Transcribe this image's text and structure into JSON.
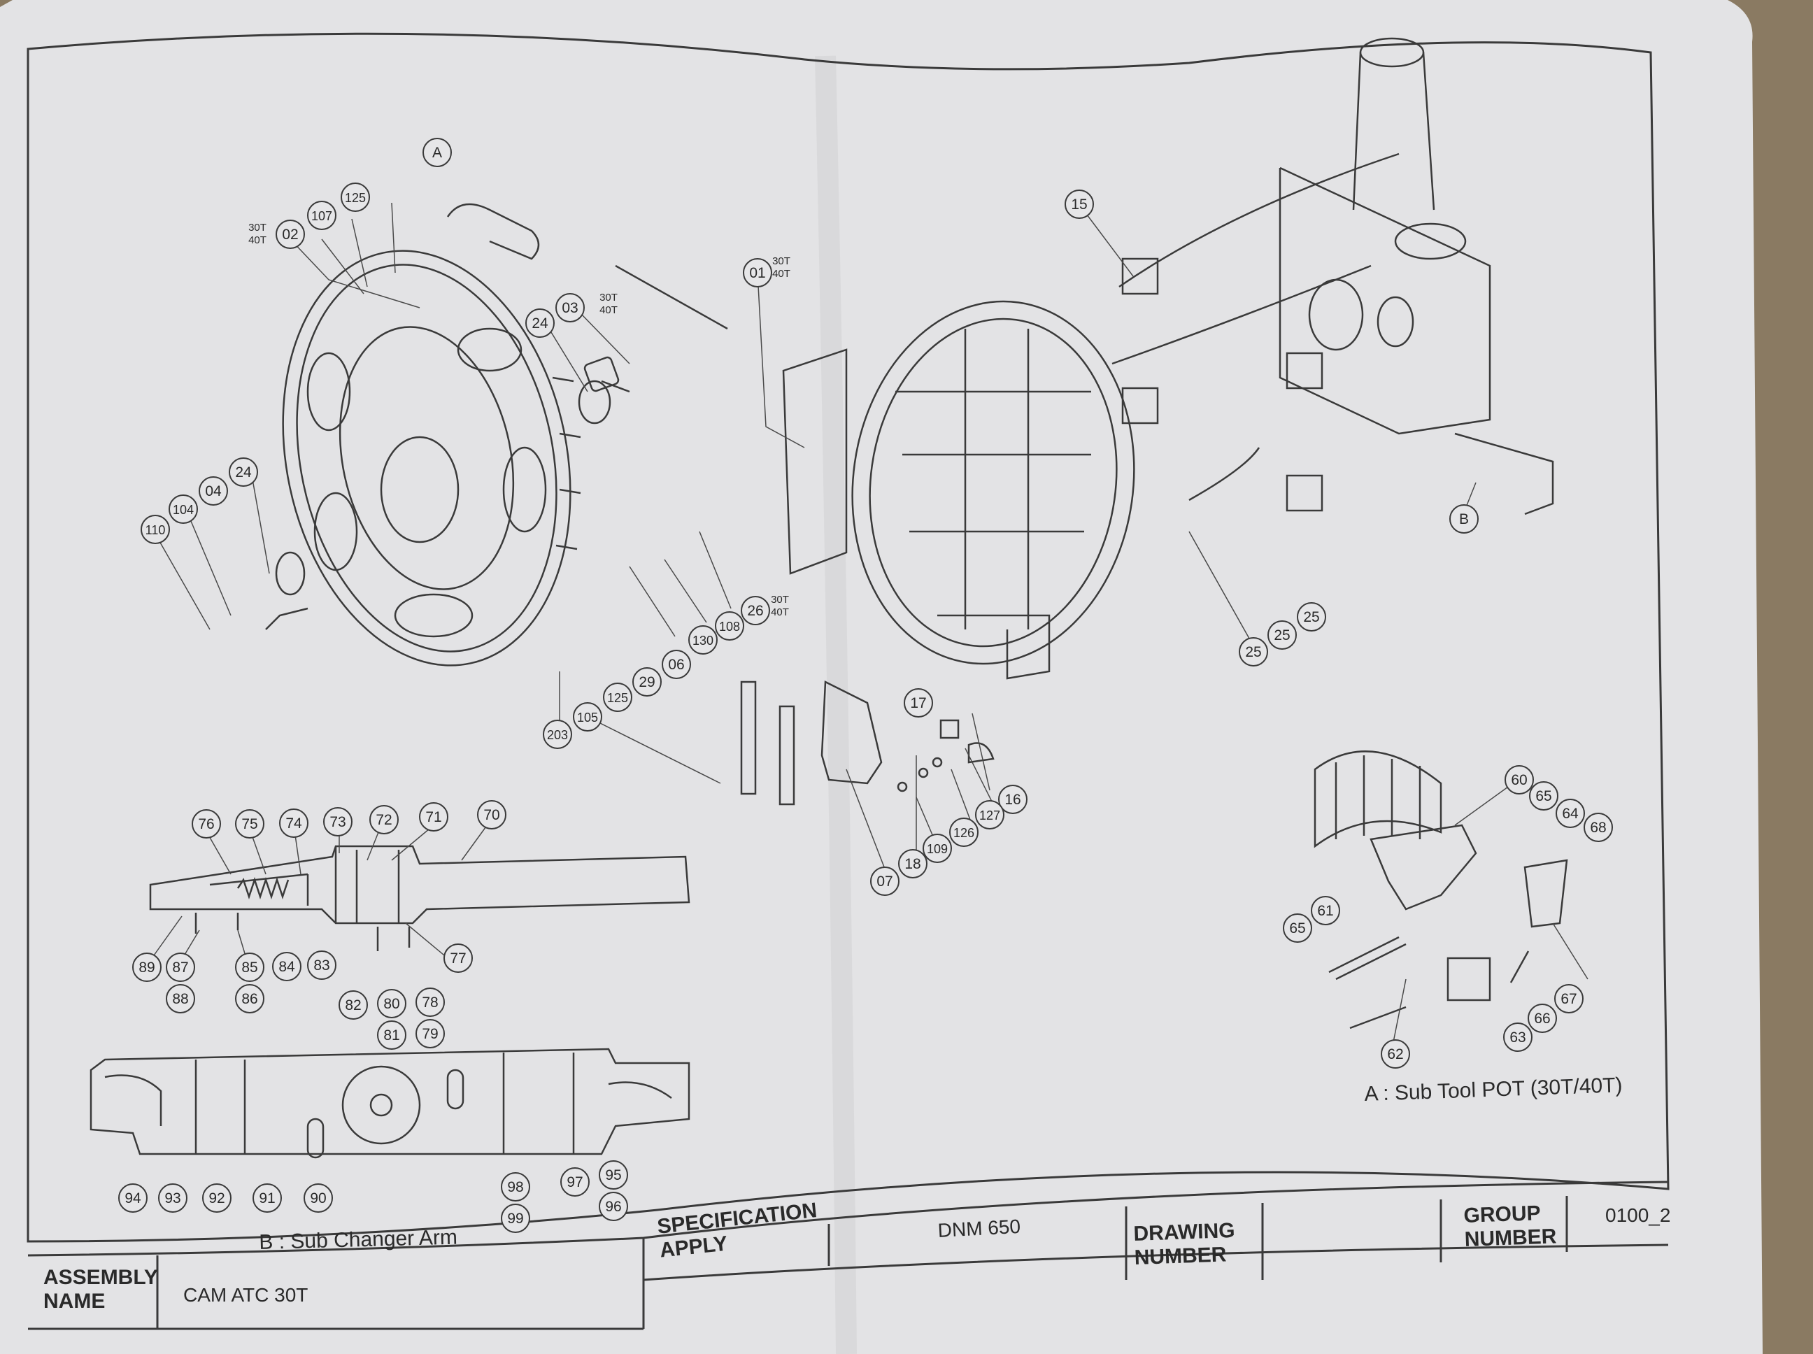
{
  "sheet": {
    "part_callouts": [
      {
        "id": "A"
      },
      {
        "id": "B"
      },
      {
        "id": "125"
      },
      {
        "id": "107"
      },
      {
        "id": "02"
      },
      {
        "id": "24"
      },
      {
        "id": "03"
      },
      {
        "id": "01"
      },
      {
        "id": "15"
      },
      {
        "id": "24"
      },
      {
        "id": "04"
      },
      {
        "id": "104"
      },
      {
        "id": "110"
      },
      {
        "id": "26"
      },
      {
        "id": "108"
      },
      {
        "id": "130"
      },
      {
        "id": "06"
      },
      {
        "id": "29"
      },
      {
        "id": "125"
      },
      {
        "id": "105"
      },
      {
        "id": "203"
      },
      {
        "id": "25"
      },
      {
        "id": "25"
      },
      {
        "id": "25"
      },
      {
        "id": "17"
      },
      {
        "id": "16"
      },
      {
        "id": "127"
      },
      {
        "id": "126"
      },
      {
        "id": "109"
      },
      {
        "id": "18"
      },
      {
        "id": "07"
      },
      {
        "id": "76"
      },
      {
        "id": "75"
      },
      {
        "id": "74"
      },
      {
        "id": "73"
      },
      {
        "id": "72"
      },
      {
        "id": "71"
      },
      {
        "id": "70"
      },
      {
        "id": "89"
      },
      {
        "id": "87"
      },
      {
        "id": "88"
      },
      {
        "id": "85"
      },
      {
        "id": "86"
      },
      {
        "id": "84"
      },
      {
        "id": "83"
      },
      {
        "id": "82"
      },
      {
        "id": "80"
      },
      {
        "id": "81"
      },
      {
        "id": "78"
      },
      {
        "id": "79"
      },
      {
        "id": "77"
      },
      {
        "id": "94"
      },
      {
        "id": "93"
      },
      {
        "id": "92"
      },
      {
        "id": "91"
      },
      {
        "id": "90"
      },
      {
        "id": "98"
      },
      {
        "id": "99"
      },
      {
        "id": "97"
      },
      {
        "id": "95"
      },
      {
        "id": "96"
      },
      {
        "id": "60"
      },
      {
        "id": "65"
      },
      {
        "id": "64"
      },
      {
        "id": "68"
      },
      {
        "id": "65"
      },
      {
        "id": "61"
      },
      {
        "id": "62"
      },
      {
        "id": "63"
      },
      {
        "id": "66"
      },
      {
        "id": "67"
      }
    ],
    "variant_notes": [
      {
        "lines": [
          "30T",
          "40T"
        ]
      },
      {
        "lines": [
          "30T",
          "40T"
        ]
      },
      {
        "lines": [
          "30T",
          "40T"
        ]
      },
      {
        "lines": [
          "30T",
          "40T"
        ]
      }
    ],
    "captions": {
      "sub_tool_pot": "A : Sub Tool POT (30T/40T)",
      "sub_changer_arm": "B : Sub Changer Arm"
    }
  },
  "title_block": {
    "assembly_name_label": "ASSEMBLY NAME",
    "assembly_name_value": "CAM ATC 30T",
    "specification_label": "SPECIFICATION APPLY",
    "specification_value": "DNM 650",
    "drawing_number_label": "DRAWING NUMBER",
    "drawing_number_value": "",
    "group_number_label": "GROUP NUMBER",
    "group_number_value": "0100_2"
  },
  "colors": {
    "paper": "#e4e4e6",
    "ink": "#2e2e2e",
    "background": "#8a7a62"
  }
}
